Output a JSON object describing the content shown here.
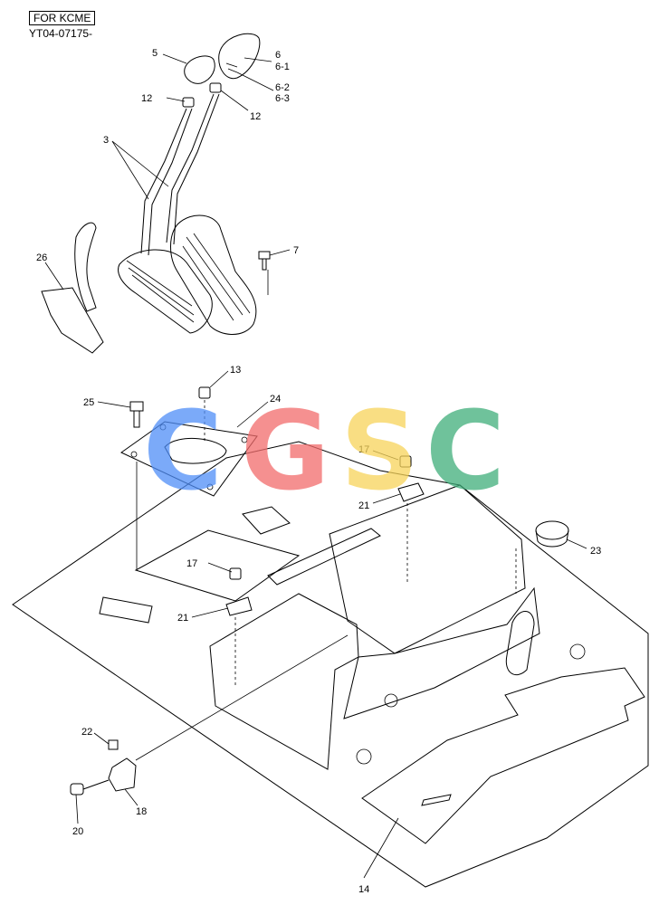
{
  "header": {
    "tag": "FOR KCME",
    "doc_id": "YT04-07175-"
  },
  "watermark": {
    "letters": [
      "C",
      "G",
      "S",
      "C"
    ],
    "colors": [
      "#4f8ef7",
      "#f26b6b",
      "#f7d45a",
      "#3fae7a"
    ]
  },
  "callouts": [
    "5",
    "6",
    "6-1",
    "6-2",
    "6-3",
    "12",
    "12",
    "3",
    "7",
    "26",
    "13",
    "24",
    "25",
    "17",
    "21",
    "23",
    "17",
    "21",
    "22",
    "18",
    "20",
    "14"
  ]
}
